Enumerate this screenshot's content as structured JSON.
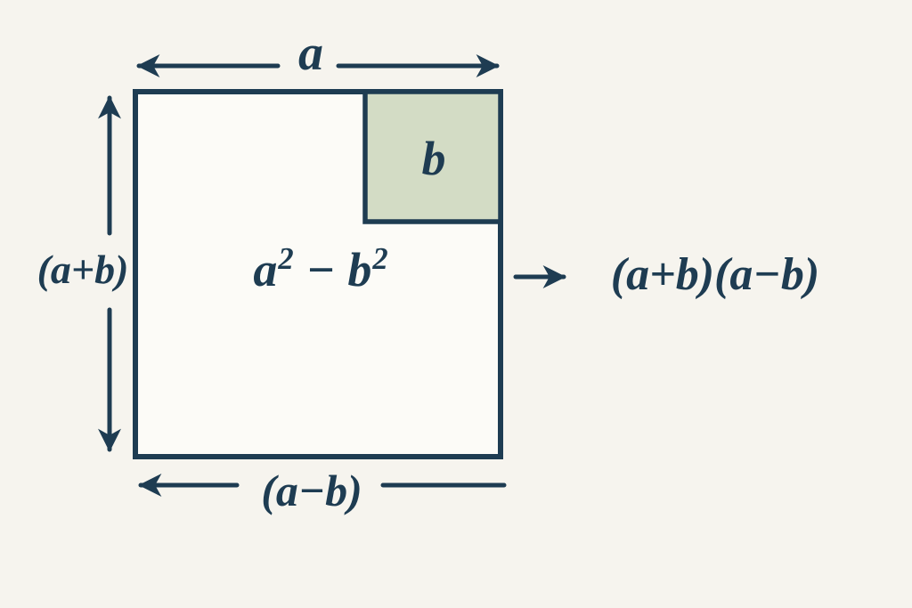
{
  "colors": {
    "background": "#f6f4ee",
    "ink": "#1e3c52",
    "square_fill": "#fcfbf7",
    "inner_square_fill": "#d3dcc5"
  },
  "labels": {
    "top_side": "a",
    "left_side": "(a+b)",
    "bottom_side": "(a−b)",
    "inner_square": "b",
    "area": {
      "base1": "a",
      "exp1": "2",
      "operator": "−",
      "base2": "b",
      "exp2": "2"
    },
    "result": "(a+b)(a−b)"
  }
}
